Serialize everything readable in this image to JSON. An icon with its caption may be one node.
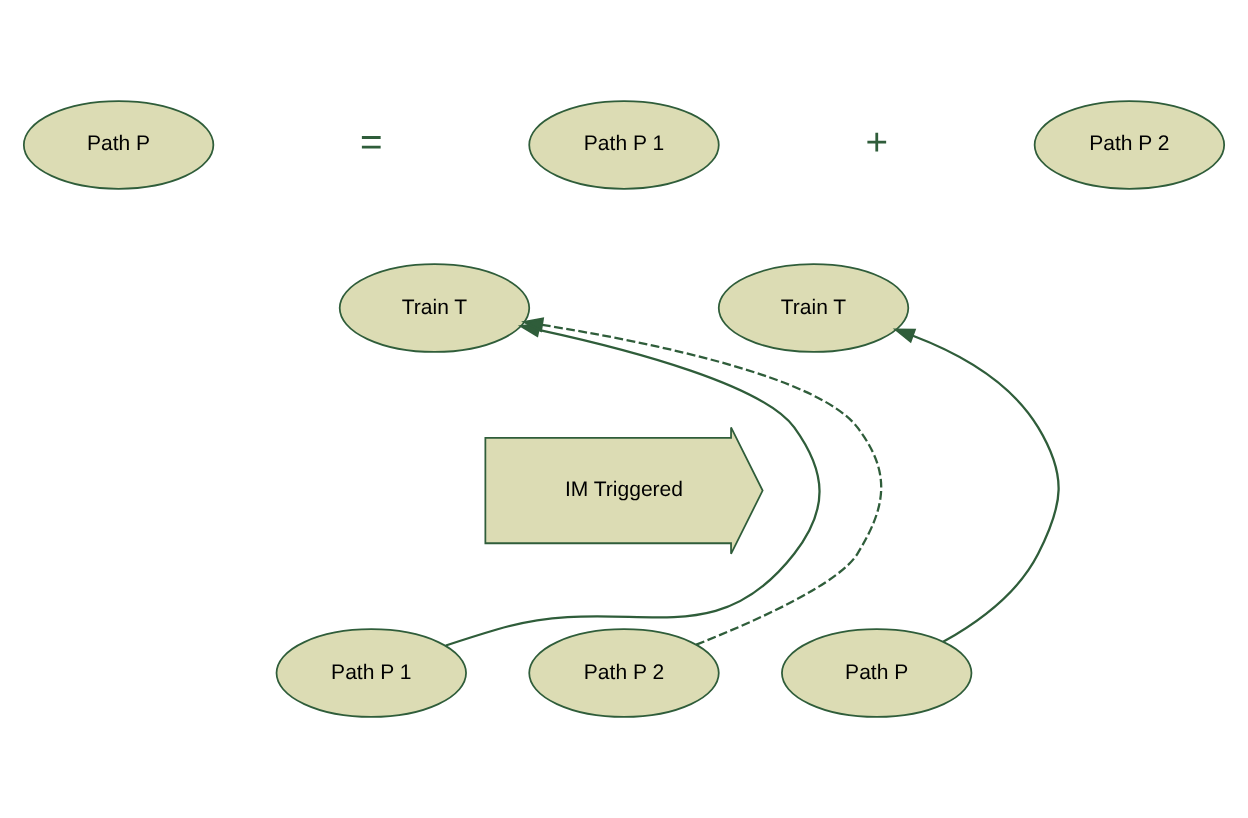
{
  "diagram": {
    "nodes": [
      {
        "text": [
          "Path P"
        ]
      },
      {
        "text": [
          "Path P 1"
        ]
      },
      {
        "text": [
          "Path P 2"
        ]
      },
      {
        "text": [
          "Train T"
        ]
      },
      {
        "text": [
          "Path P 1"
        ]
      },
      {
        "text": [
          "Path P 2"
        ]
      },
      {
        "text": [
          "IM Triggered"
        ]
      },
      {
        "text": [
          "Train T"
        ]
      },
      {
        "text": [
          "Path P"
        ]
      }
    ],
    "edges": [
      {
        "from": 4,
        "to": 3,
        "arrow": "to"
      },
      {
        "from": 5,
        "to": 3,
        "arrow": "to",
        "style": "dashed"
      },
      {
        "from": 8,
        "to": 7,
        "arrow": "to"
      }
    ],
    "labels": [
      "=",
      "+"
    ]
  }
}
